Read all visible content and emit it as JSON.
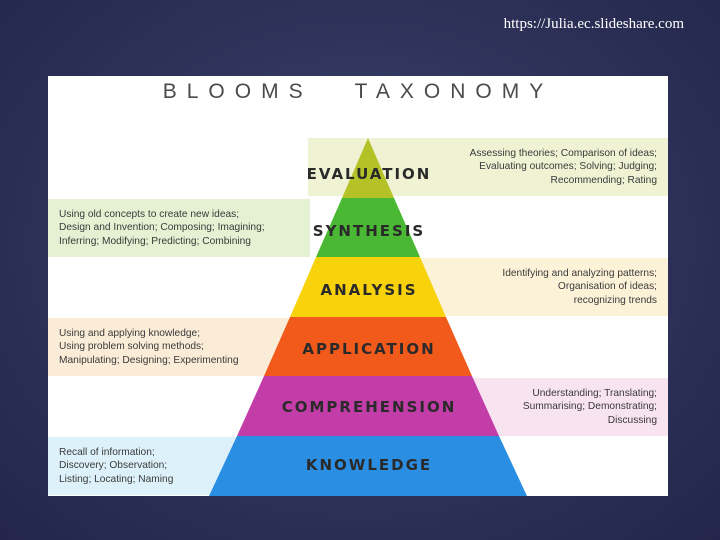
{
  "source_url": "https://Julia.ec.slideshare.com",
  "title": {
    "word1": "BLOOMS",
    "word2": "TAXONOMY"
  },
  "tiers": [
    {
      "label": "EVALUATION",
      "color": "#b5c227",
      "desc_side": "right",
      "desc": [
        "Assessing theories; Comparison of ideas;",
        "Evaluating outcomes; Solving; Judging;",
        "Recommending; Rating"
      ]
    },
    {
      "label": "SYNTHESIS",
      "color": "#4ab834",
      "desc_side": "left",
      "desc": [
        "Using old concepts to create new ideas;",
        "Design and Invention; Composing; Imagining;",
        "Inferring; Modifying; Predicting; Combining"
      ]
    },
    {
      "label": "ANALYSIS",
      "color": "#f8d20a",
      "desc_side": "right",
      "desc": [
        "Identifying and analyzing patterns;",
        "Organisation of ideas;",
        "recognizing trends"
      ]
    },
    {
      "label": "APPLICATION",
      "color": "#f25a1c",
      "desc_side": "left",
      "desc": [
        "Using and applying knowledge;",
        "Using problem solving methods;",
        "Manipulating; Designing; Experimenting"
      ]
    },
    {
      "label": "COMPREHENSION",
      "color": "#c33da8",
      "desc_side": "right",
      "desc": [
        "Understanding; Translating;",
        "Summarising; Demonstrating;",
        "Discussing"
      ]
    },
    {
      "label": "KNOWLEDGE",
      "color": "#2a8ee2",
      "desc_side": "left",
      "desc": [
        "Recall of information;",
        "Discovery; Observation;",
        "Listing; Locating; Naming"
      ]
    }
  ]
}
